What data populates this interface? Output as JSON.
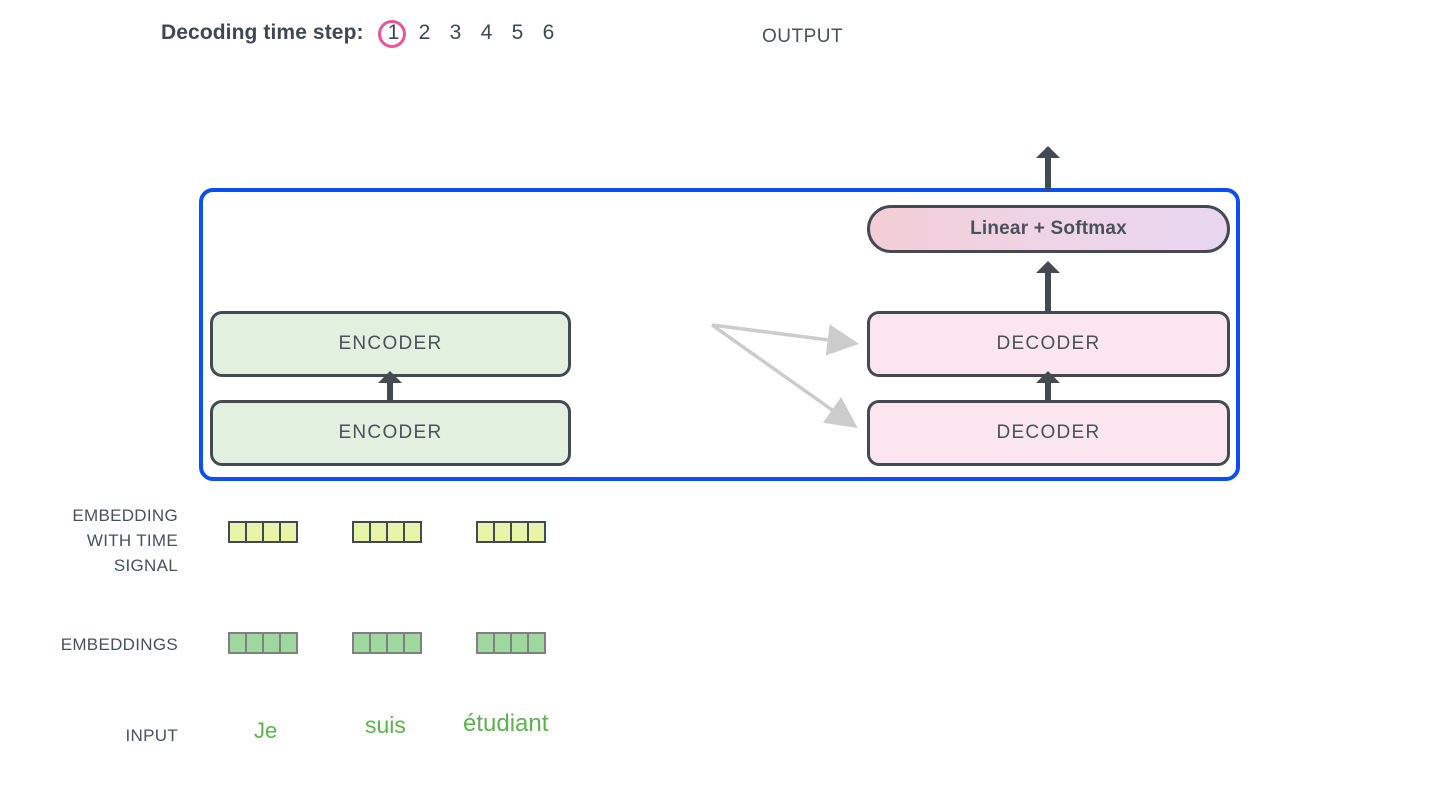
{
  "header": {
    "timestep_label": "Decoding time step:",
    "steps": [
      "1",
      "2",
      "3",
      "4",
      "5",
      "6"
    ],
    "active_step": "1",
    "active_step_color": "#e8559f",
    "output_label": "OUTPUT"
  },
  "model": {
    "container_color": "#0b4ff0",
    "linear_softmax_label": "Linear + Softmax",
    "encoders": [
      {
        "label": "ENCODER"
      },
      {
        "label": "ENCODER"
      }
    ],
    "decoders": [
      {
        "label": "DECODER"
      },
      {
        "label": "DECODER"
      }
    ],
    "encoder_color": "#e2f0e0",
    "decoder_color": "#fbe5ee",
    "box_border_color": "#434a52",
    "arrow_color": "#434a52",
    "cross_arrow_color": "#cccccc"
  },
  "rows": {
    "embedding_time_label_lines": [
      "EMBEDDING",
      "WITH TIME",
      "SIGNAL"
    ],
    "embeddings_label": "EMBEDDINGS",
    "input_label": "INPUT",
    "embedding_time_cell_color": "#e8f5a8",
    "embeddings_cell_color": "#9fd89f",
    "cells_per_vector": 4,
    "vectors_count": 3,
    "input_words": [
      "Je",
      "suis",
      "étudiant"
    ],
    "input_word_color": "#5cb24d"
  }
}
